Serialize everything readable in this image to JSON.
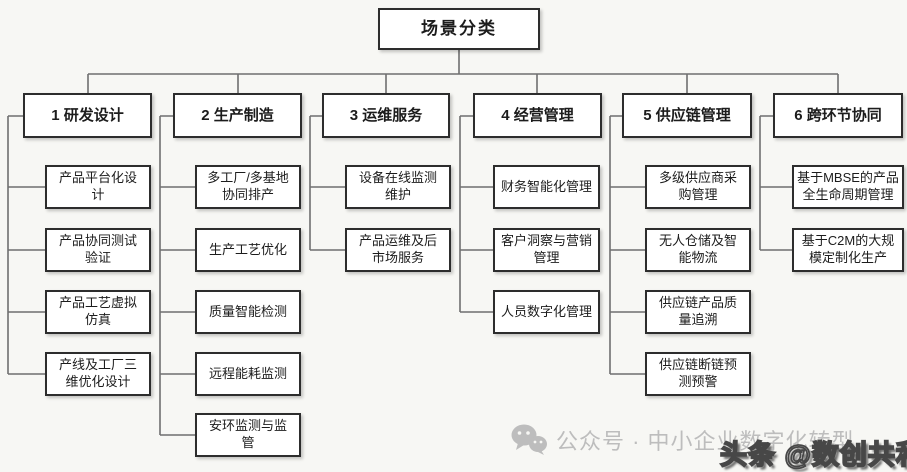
{
  "root": {
    "label": "场景分类"
  },
  "columns": [
    {
      "header": "1 研发设计",
      "children": [
        "产品平台化设计",
        "产品协同测试验证",
        "产品工艺虚拟仿真",
        "产线及工厂三维优化设计"
      ]
    },
    {
      "header": "2 生产制造",
      "children": [
        "多工厂/多基地协同排产",
        "生产工艺优化",
        "质量智能检测",
        "远程能耗监测",
        "安环监测与监管"
      ]
    },
    {
      "header": "3 运维服务",
      "children": [
        "设备在线监测维护",
        "产品运维及后市场服务"
      ]
    },
    {
      "header": "4 经营管理",
      "children": [
        "财务智能化管理",
        "客户洞察与营销管理",
        "人员数字化管理"
      ]
    },
    {
      "header": "5 供应链管理",
      "children": [
        "多级供应商采购管理",
        "无人仓储及智能物流",
        "供应链产品质量追溯",
        "供应链断链预测预警"
      ]
    },
    {
      "header": "6 跨环节协同",
      "children": [
        "基于MBSE的产品全生命周期管理",
        "基于C2M的大规模定制化生产"
      ]
    }
  ],
  "watermarks": {
    "wechat_icon": "wechat-icon",
    "wechat_text": "公众号 · 中小企业数字化转型",
    "toutiao_text": "头条 @数创共和"
  },
  "colors": {
    "background": "#f7f7f4",
    "box_background": "#ffffff",
    "box_border": "#2d2d2d",
    "connector": "#6f6f6f",
    "watermark_gray": "#bdbdbd",
    "watermark_dark": "#474747"
  }
}
